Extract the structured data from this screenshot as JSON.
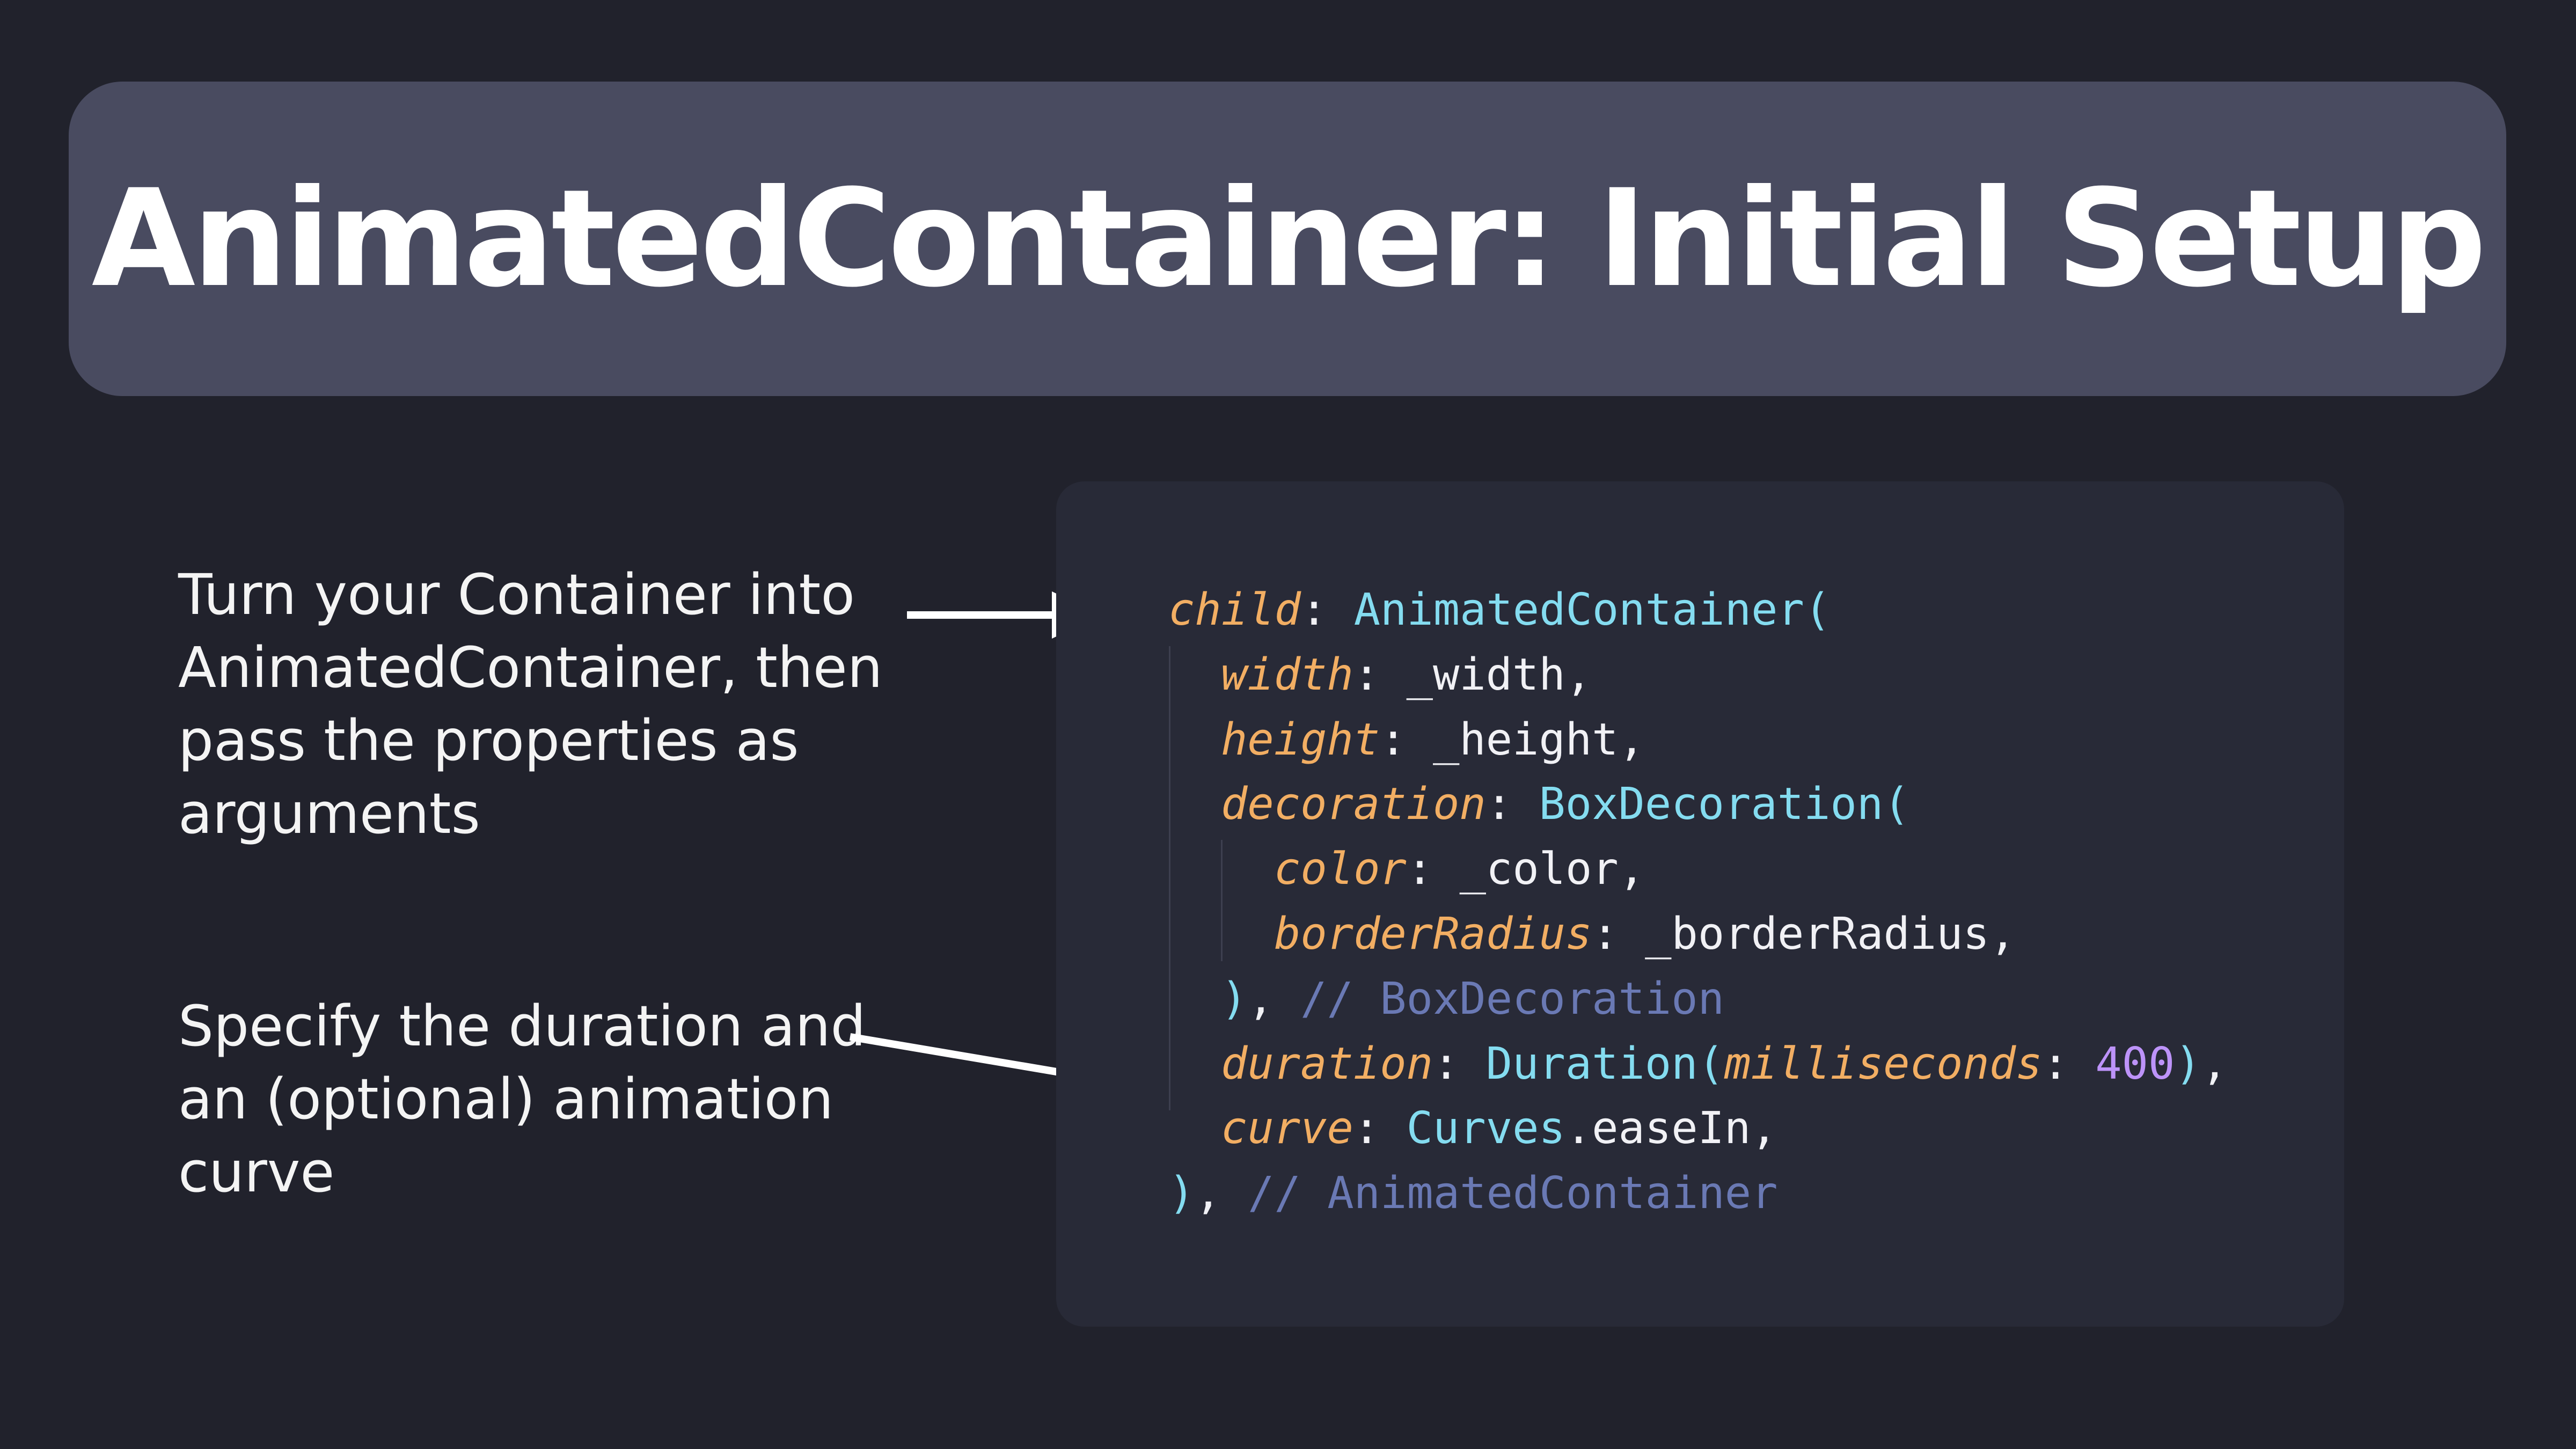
{
  "slide": {
    "title": "AnimatedContainer: Initial Setup",
    "notes": [
      [
        "Turn your Container into",
        "AnimatedContainer, then",
        "pass the properties as",
        "arguments"
      ],
      [
        "Specify the duration and",
        "an (optional) animation",
        "curve"
      ]
    ]
  },
  "code": {
    "lines": [
      [
        [
          "kw",
          "child"
        ],
        [
          "pn",
          ": "
        ],
        [
          "cl",
          "AnimatedContainer("
        ]
      ],
      [
        [
          "kw",
          "width"
        ],
        [
          "pn",
          ": _width,"
        ]
      ],
      [
        [
          "kw",
          "height"
        ],
        [
          "pn",
          ": _height,"
        ]
      ],
      [
        [
          "kw",
          "decoration"
        ],
        [
          "pn",
          ": "
        ],
        [
          "cl",
          "BoxDecoration("
        ]
      ],
      [
        [
          "kw",
          "color"
        ],
        [
          "pn",
          ": _color,"
        ]
      ],
      [
        [
          "kw",
          "borderRadius"
        ],
        [
          "pn",
          ": _borderRadius,"
        ]
      ],
      [
        [
          "cl",
          ")"
        ],
        [
          "pn",
          ", "
        ],
        [
          "cm",
          "// BoxDecoration"
        ]
      ],
      [
        [
          "kw",
          "duration"
        ],
        [
          "pn",
          ": "
        ],
        [
          "cl",
          "Duration("
        ],
        [
          "kw",
          "milliseconds"
        ],
        [
          "pn",
          ": "
        ],
        [
          "nm",
          "400"
        ],
        [
          "cl",
          ")"
        ],
        [
          "pn",
          ","
        ]
      ],
      [
        [
          "kw",
          "curve"
        ],
        [
          "pn",
          ": "
        ],
        [
          "cl",
          "Curves"
        ],
        [
          "pn",
          ".easeIn,"
        ]
      ],
      [
        [
          "cl",
          ")"
        ],
        [
          "pn",
          ", "
        ],
        [
          "cm",
          "// AnimatedContainer"
        ]
      ]
    ]
  },
  "colors": {
    "background": "#21222c",
    "title_bar": "#494b60",
    "code_panel": "#282a37",
    "keyword": "#f2ae63",
    "class": "#84dcf0",
    "number": "#bd93f9",
    "comment": "#6a79b4",
    "text": "#f1f1f5"
  }
}
